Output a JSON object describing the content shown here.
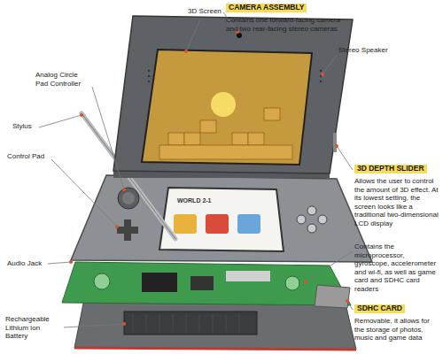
{
  "diagram": {
    "labels": [
      "3D Screen",
      "CAMERA ASSEMBLY",
      "Contains one forward-facing camera and two rear-facing stereo cameras",
      "Stereo Speaker",
      "Analog Circle Pad Controller",
      "Stylus",
      "Control Pad",
      "3D DEPTH SLIDER",
      "Allows the user to control the amount of 3D effect. At its lowest setting, the screen looks like a traditional two-dimensional LCD display",
      "Audio Jack",
      "Contains the microprocessor, gyroscope, accelerometer and wi-fi, as well as game card and SDHC card readers",
      "SDHC CARD",
      "Removable, it allows for the storage of photos, music and game data",
      "Rechargeable Lithium Ion Battery",
      "WORLD 2-1"
    ]
  }
}
